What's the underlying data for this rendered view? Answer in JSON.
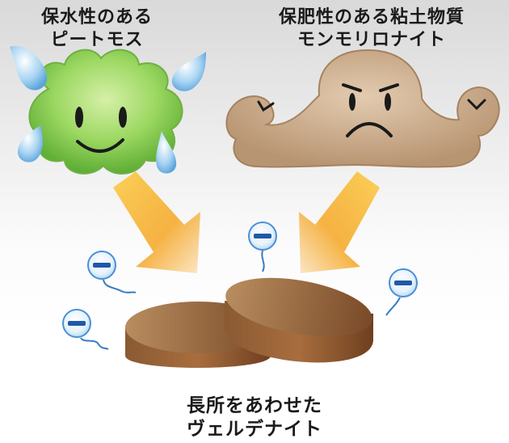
{
  "labels": {
    "peat_moss": [
      "保水性のある",
      "ピートモス"
    ],
    "montmorillonite": [
      "保肥性のある粘土物質",
      "モンモリロナイト"
    ],
    "result": [
      "長所をあわせた",
      "ヴェルデナイト"
    ]
  },
  "colors": {
    "background_top": "#d9d9d9",
    "peat_green": "#8fd45a",
    "clay_tan": "#c9a987",
    "arrow_orange": "#f5a623",
    "disc_brown": "#9a6236",
    "ion_blue": "#4a90d9"
  },
  "icons": [
    "water-drop-icon",
    "minus-ion-icon",
    "arrow-down-icon"
  ]
}
